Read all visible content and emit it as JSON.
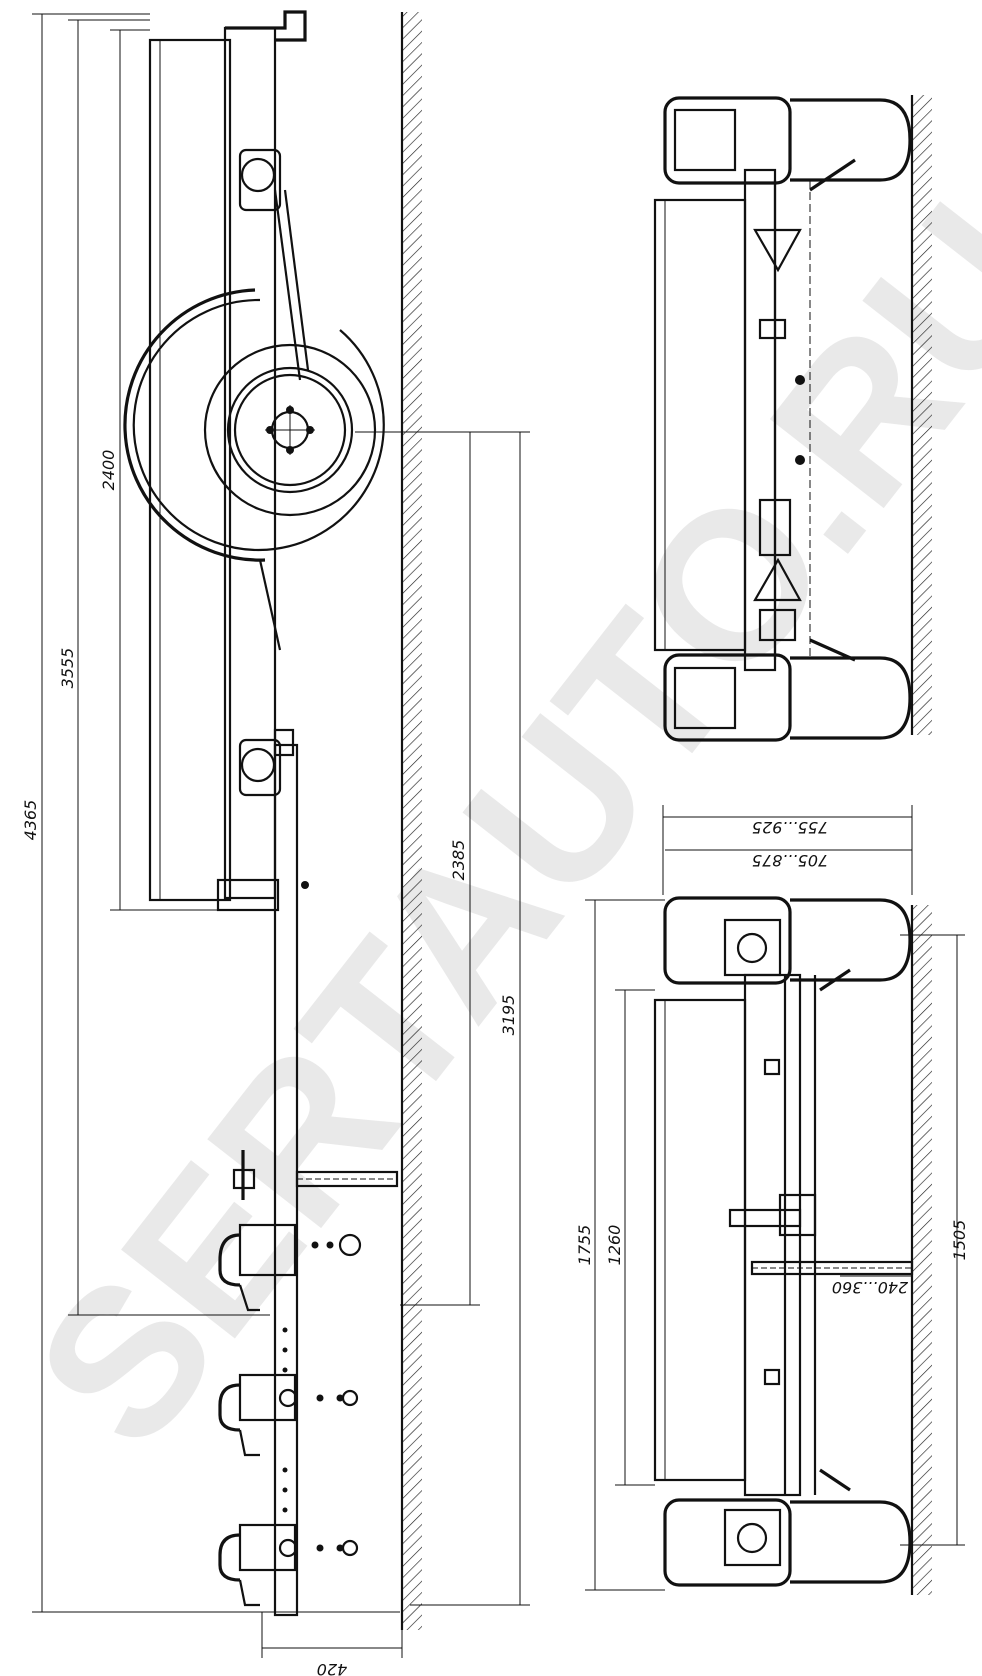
{
  "watermark": "SERTAUTO.RU",
  "dimensions": {
    "overall_height": "4365",
    "frame_length": "3555",
    "upper_length": "2400",
    "wheel_to_lower": "2385",
    "wheel_to_bottom": "3195",
    "base_width": "420",
    "top_width_a": "755...925",
    "top_width_b": "705...875",
    "side_height_a": "1755",
    "side_height_b": "1260",
    "side_height_c": "1505",
    "stem_offset": "240...360"
  }
}
